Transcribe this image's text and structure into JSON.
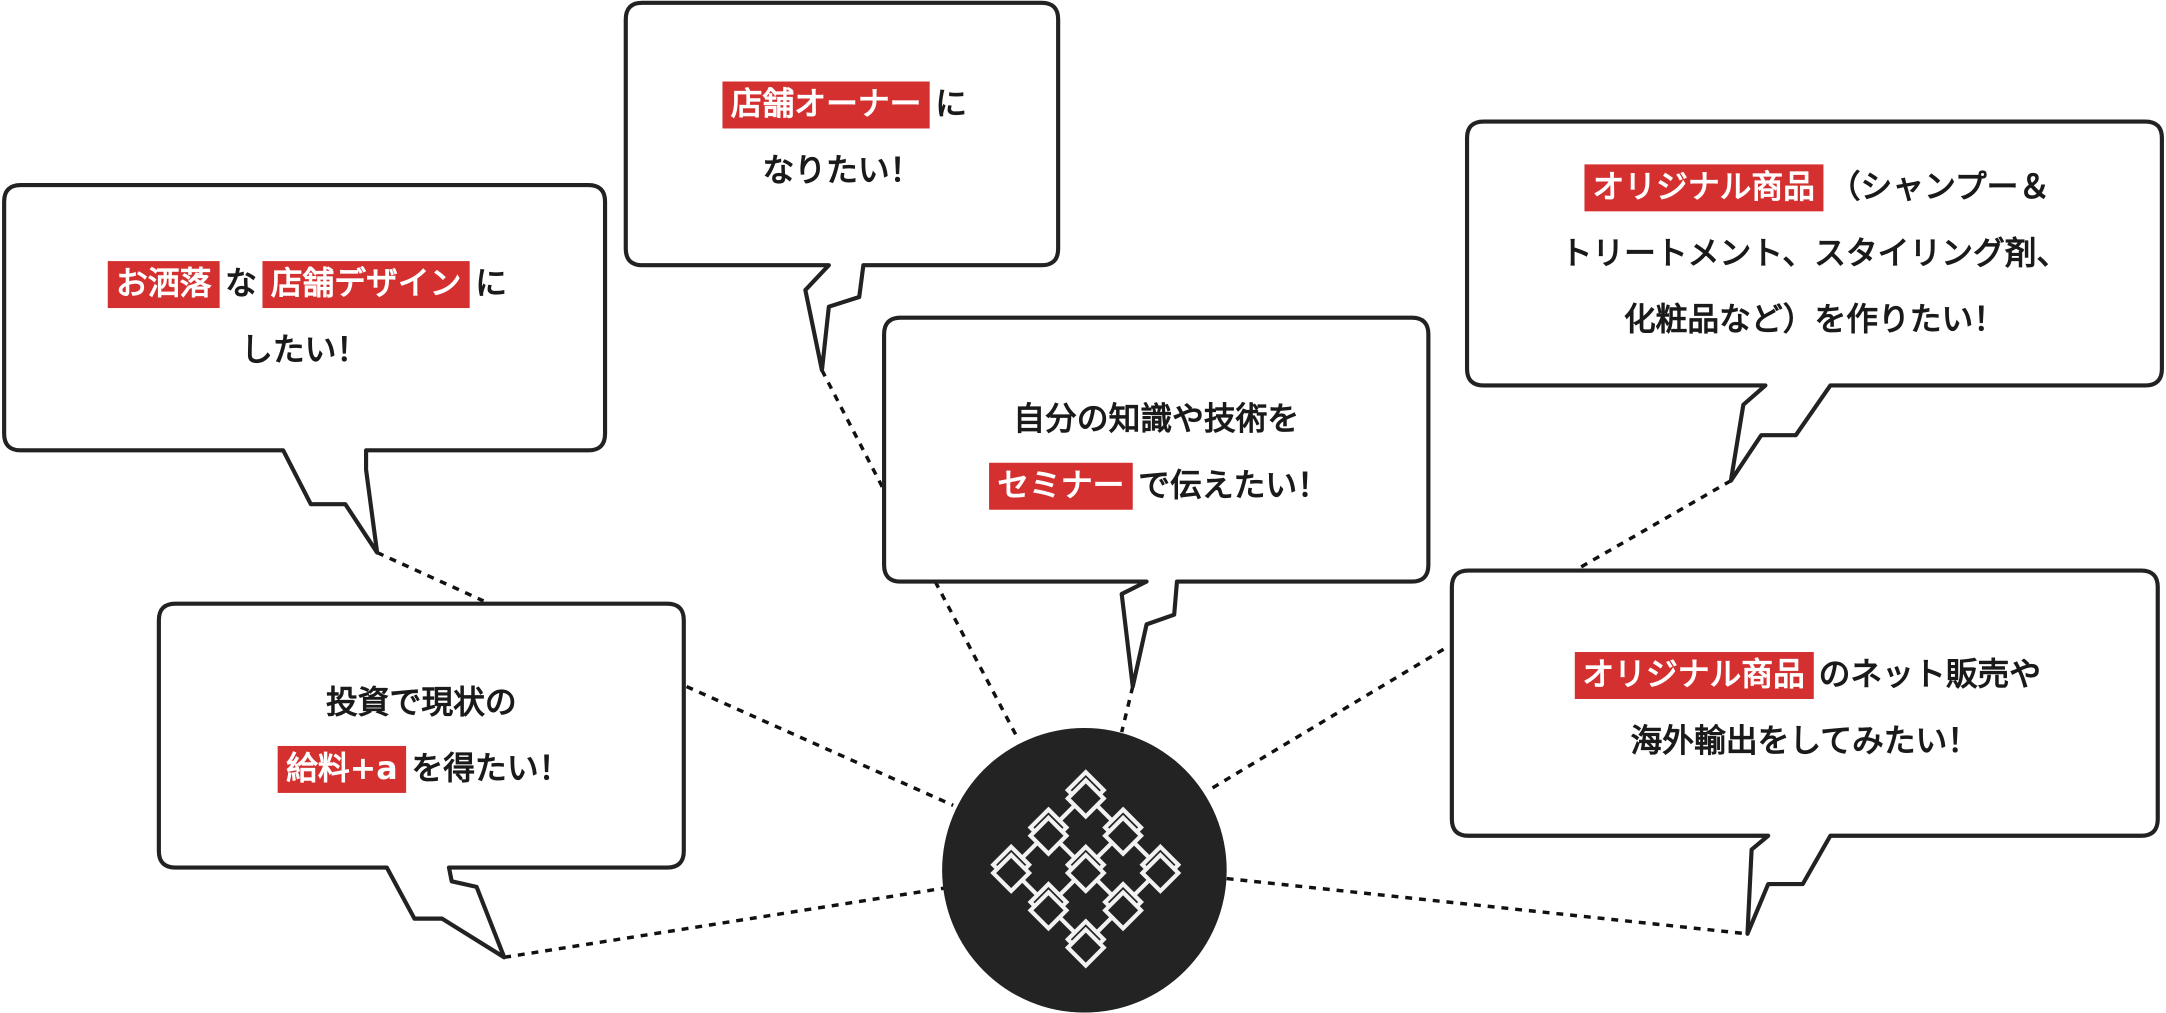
{
  "colors": {
    "highlight": "#d43030",
    "border": "#222222",
    "circle": "#232323",
    "logo": "#f2f2f2"
  },
  "center_logo": {
    "icon": "diamond-lattice-logo-icon"
  },
  "bubbles": [
    {
      "id": "store-design",
      "lines": [
        [
          {
            "text": "お洒落",
            "hl": true
          },
          {
            "text": "な",
            "hl": false
          },
          {
            "text": "店舗デザイン",
            "hl": true
          },
          {
            "text": "に",
            "hl": false
          }
        ],
        [
          {
            "text": "したい！",
            "hl": false
          }
        ]
      ]
    },
    {
      "id": "store-owner",
      "lines": [
        [
          {
            "text": "店舗オーナー",
            "hl": true
          },
          {
            "text": "に",
            "hl": false
          }
        ],
        [
          {
            "text": "なりたい！",
            "hl": false
          }
        ]
      ]
    },
    {
      "id": "seminar",
      "lines": [
        [
          {
            "text": "自分の知識や技術を",
            "hl": false
          }
        ],
        [
          {
            "text": "セミナー",
            "hl": true
          },
          {
            "text": "で伝えたい！",
            "hl": false
          }
        ]
      ]
    },
    {
      "id": "original-products",
      "lines": [
        [
          {
            "text": "オリジナル商品",
            "hl": true
          },
          {
            "text": "（シャンプー＆",
            "hl": false
          }
        ],
        [
          {
            "text": "トリートメント、スタイリング剤、",
            "hl": false
          }
        ],
        [
          {
            "text": "化粧品など）を作りたい！",
            "hl": false
          }
        ]
      ]
    },
    {
      "id": "investment",
      "lines": [
        [
          {
            "text": "投資で現状の",
            "hl": false
          }
        ],
        [
          {
            "text": "給料+a",
            "hl": true
          },
          {
            "text": "を得たい！",
            "hl": false
          }
        ]
      ]
    },
    {
      "id": "online-sales",
      "lines": [
        [
          {
            "text": "オリジナル商品",
            "hl": true
          },
          {
            "text": "のネット販売や",
            "hl": false
          }
        ],
        [
          {
            "text": "海外輸出をしてみたい！",
            "hl": false
          }
        ]
      ]
    }
  ]
}
